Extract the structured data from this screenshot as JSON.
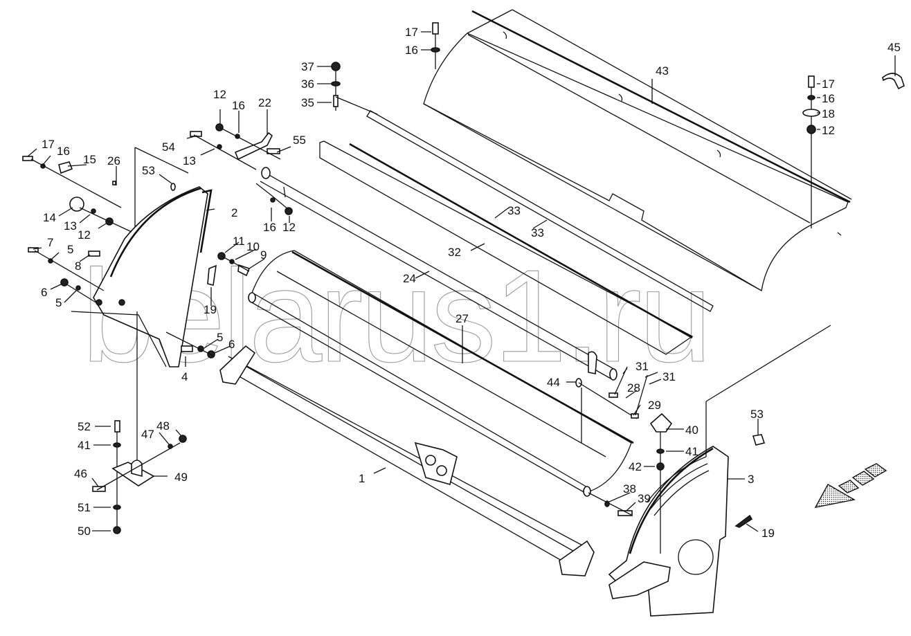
{
  "diagram": {
    "watermark": "belarus1.ru",
    "colors": {
      "line": "#111111",
      "watermark": "#9a9a9a",
      "background": "#ffffff"
    },
    "direction_arrow_icon": "travel-direction-arrow",
    "callouts": {
      "c1": "1",
      "c2": "2",
      "c3": "3",
      "c4": "4",
      "c5a": "5",
      "c5b": "5",
      "c5c": "5",
      "c6a": "6",
      "c6b": "6",
      "c7": "7",
      "c8": "8",
      "c9": "9",
      "c10": "10",
      "c11": "11",
      "c12a": "12",
      "c12b": "12",
      "c12c": "12",
      "c12d": "12",
      "c13a": "13",
      "c13b": "13",
      "c14": "14",
      "c15": "15",
      "c16a": "16",
      "c16b": "16",
      "c16c": "16",
      "c16d": "16",
      "c16e": "16",
      "c17a": "17",
      "c17b": "17",
      "c17c": "17",
      "c18": "18",
      "c19a": "19",
      "c19b": "19",
      "c22": "22",
      "c24": "24",
      "c26": "26",
      "c27": "27",
      "c28": "28",
      "c29": "29",
      "c31a": "31",
      "c31b": "31",
      "c32": "32",
      "c33a": "33",
      "c33b": "33",
      "c35": "35",
      "c36": "36",
      "c37": "37",
      "c38": "38",
      "c39": "39",
      "c40": "40",
      "c41a": "41",
      "c41b": "41",
      "c42": "42",
      "c43": "43",
      "c44": "44",
      "c45": "45",
      "c46": "46",
      "c47": "47",
      "c48": "48",
      "c49": "49",
      "c50": "50",
      "c51": "51",
      "c52": "52",
      "c53a": "53",
      "c53b": "53",
      "c54": "54",
      "c55": "55"
    }
  }
}
